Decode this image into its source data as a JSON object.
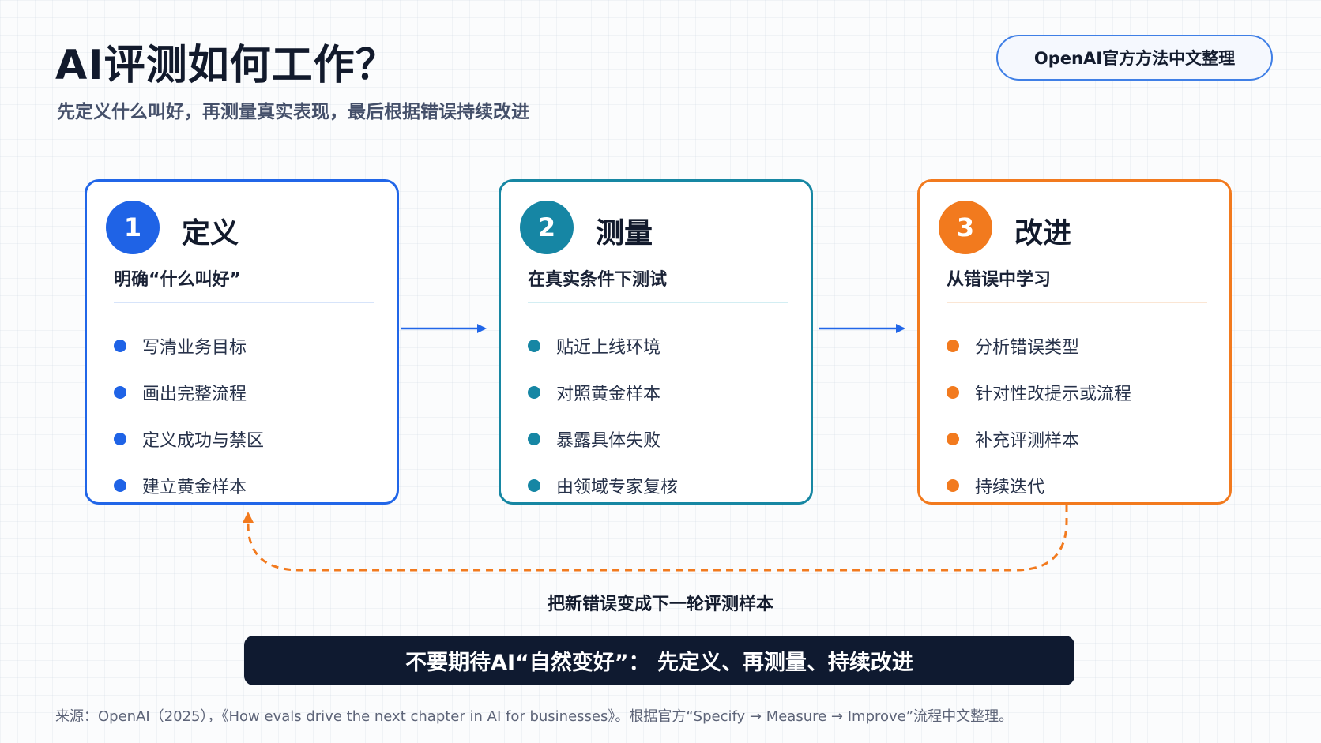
{
  "header": {
    "title": "AI评测如何工作？",
    "subtitle": "先定义什么叫好，再测量真实表现，最后根据错误持续改进",
    "badge": "OpenAI官方方法中文整理"
  },
  "steps": [
    {
      "number": "1",
      "title": "定义",
      "subtitle": "明确“什么叫好”",
      "items": [
        "写清业务目标",
        "画出完整流程",
        "定义成功与禁区",
        "建立黄金样本"
      ],
      "color": "#1f63e6"
    },
    {
      "number": "2",
      "title": "测量",
      "subtitle": "在真实条件下测试",
      "items": [
        "贴近上线环境",
        "对照黄金样本",
        "暴露具体失败",
        "由领域专家复核"
      ],
      "color": "#1686a4"
    },
    {
      "number": "3",
      "title": "改进",
      "subtitle": "从错误中学习",
      "items": [
        "分析错误类型",
        "针对性改提示或流程",
        "补充评测样本",
        "持续迭代"
      ],
      "color": "#f27a1e"
    }
  ],
  "loop": {
    "label": "把新错误变成下一轮评测样本",
    "color": "#f27a1e"
  },
  "banner": {
    "text": "不要期待AI“自然变好”： 先定义、再测量、持续改进"
  },
  "footer": {
    "source": "来源：OpenAI（2025），《How evals drive the next chapter in AI for businesses》。根据官方“Specify → Measure → Improve”流程中文整理。"
  },
  "colors": {
    "arrow": "#2166e8",
    "banner_bg": "#0f1a30"
  }
}
